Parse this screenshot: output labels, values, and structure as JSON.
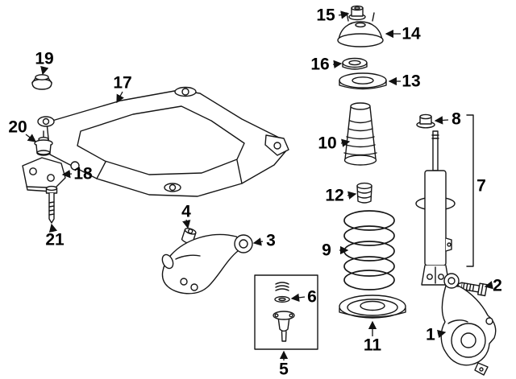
{
  "figure": {
    "background_color": "#ffffff",
    "line_color": "#161616",
    "label_color": "#000000"
  },
  "callouts": [
    {
      "label": "1"
    },
    {
      "label": "2"
    },
    {
      "label": "3"
    },
    {
      "label": "4"
    },
    {
      "label": "5"
    },
    {
      "label": "6"
    },
    {
      "label": "7"
    },
    {
      "label": "8"
    },
    {
      "label": "9"
    },
    {
      "label": "10"
    },
    {
      "label": "11"
    },
    {
      "label": "12"
    },
    {
      "label": "13"
    },
    {
      "label": "14"
    },
    {
      "label": "15"
    },
    {
      "label": "16"
    },
    {
      "label": "17"
    },
    {
      "label": "18"
    },
    {
      "label": "19"
    },
    {
      "label": "20"
    },
    {
      "label": "21"
    }
  ]
}
